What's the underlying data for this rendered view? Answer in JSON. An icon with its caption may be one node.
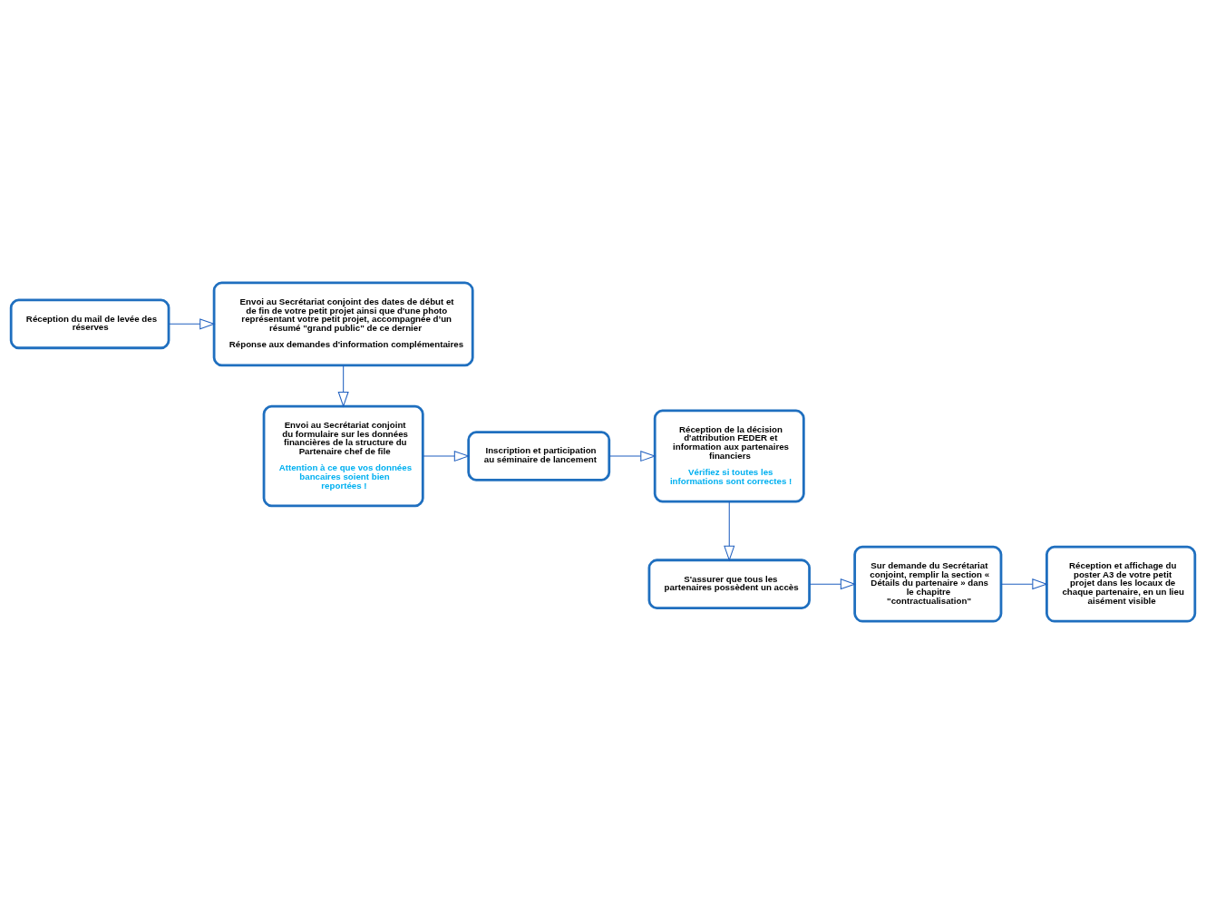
{
  "diagram": {
    "nodes": [
      {
        "text": [
          "Réception du mail de levée des réserves"
        ]
      },
      {
        "text": [
          "Envoi au Secrétariat conjoint des dates de début et de fin de votre petit projet ainsi que d'une photo représentant votre petit projet, accompagnée d’un résumé \"grand public\" de ce dernier",
          "Réponse aux demandes d'information complémentaires"
        ]
      },
      {
        "text": [
          "Envoi au Secrétariat conjoint du formulaire sur les données financières de la structure du Partenaire chef de file",
          "Attention à ce que vos données bancaires soient bien reportées !"
        ]
      },
      {
        "text": [
          "Inscription et participation au séminaire de lancement"
        ]
      },
      {
        "text": [
          "Réception de la décision d'attribution FEDER et information aux partenaires financiers",
          "Vérifiez si toutes les informations sont correctes !"
        ]
      },
      {
        "text": [
          "S'assurer que tous les partenaires possèdent un accès"
        ]
      },
      {
        "text": [
          "Sur demande du Secrétariat conjoint, remplir la section « Détails du partenaire » dans le chapitre \"contractualisation\""
        ]
      },
      {
        "text": [
          "Réception et affichage du poster A3 de votre petit projet dans les locaux de chaque partenaire, en un lieu aisément visible"
        ]
      }
    ],
    "edges": [
      {
        "from": 0,
        "to": 1,
        "arrow": "to"
      },
      {
        "from": 1,
        "to": 2,
        "arrow": "to"
      },
      {
        "from": 2,
        "to": 3,
        "arrow": "to"
      },
      {
        "from": 3,
        "to": 4,
        "arrow": "to"
      },
      {
        "from": 4,
        "to": 5,
        "arrow": "to"
      },
      {
        "from": 5,
        "to": 6,
        "arrow": "to"
      },
      {
        "from": 6,
        "to": 7,
        "arrow": "to"
      }
    ]
  }
}
